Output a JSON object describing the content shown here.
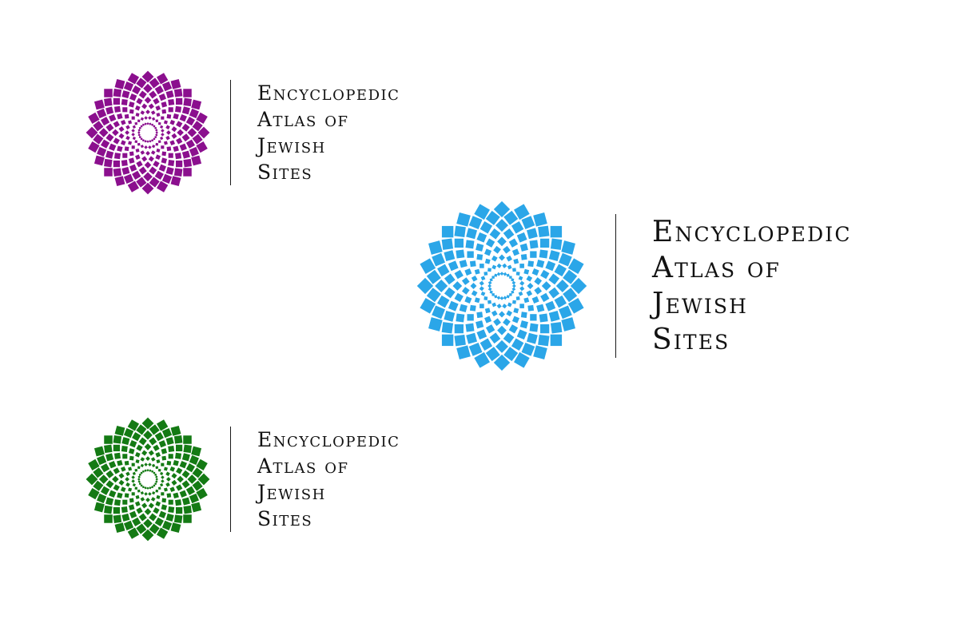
{
  "logos": [
    {
      "variant": "purple",
      "color": "#8b0f8e",
      "icon": "rosette-icon",
      "lines": [
        "Encyclopedic",
        "Atlas of",
        "Jewish",
        "Sites"
      ]
    },
    {
      "variant": "blue",
      "color": "#2ba6e8",
      "icon": "rosette-icon",
      "lines": [
        "Encyclopedic",
        "Atlas of",
        "Jewish",
        "Sites"
      ]
    },
    {
      "variant": "green",
      "color": "#147a14",
      "icon": "rosette-icon",
      "lines": [
        "Encyclopedic",
        "Atlas of",
        "Jewish",
        "Sites"
      ]
    }
  ]
}
